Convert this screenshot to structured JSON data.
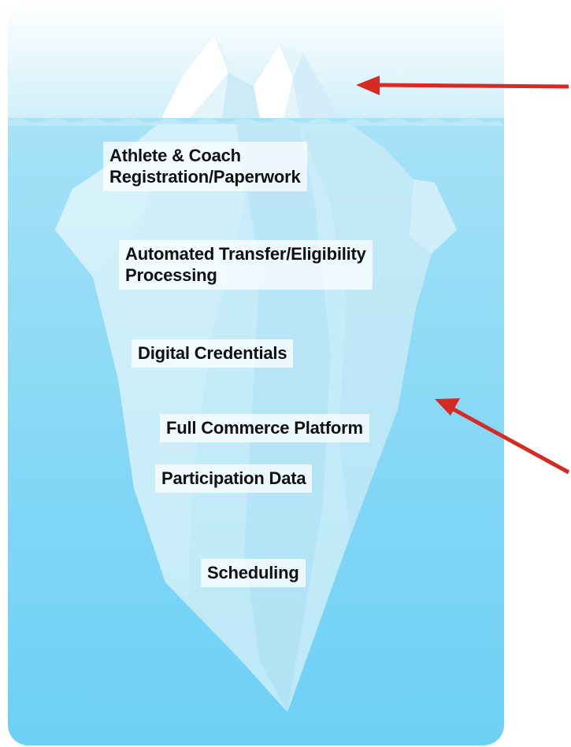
{
  "layers": [
    {
      "lines": [
        "Athlete & Coach",
        "Registration/Paperwork"
      ]
    },
    {
      "lines": [
        "Automated Transfer/Eligibility",
        "Processing"
      ]
    },
    {
      "lines": [
        "Digital Credentials"
      ]
    },
    {
      "lines": [
        "Full Commerce Platform"
      ]
    },
    {
      "lines": [
        "Participation Data"
      ]
    },
    {
      "lines": [
        "Scheduling"
      ]
    }
  ],
  "colors": {
    "sky_top": "#ffffff",
    "sky_bottom": "#cdeef9",
    "water_top": "#a7e2f6",
    "water_bottom": "#6cd0f5",
    "ice": "#ffffff",
    "arrow": "#d62b22"
  },
  "icons": [
    "iceberg-illustration",
    "arrow-above-water",
    "arrow-below-water"
  ]
}
